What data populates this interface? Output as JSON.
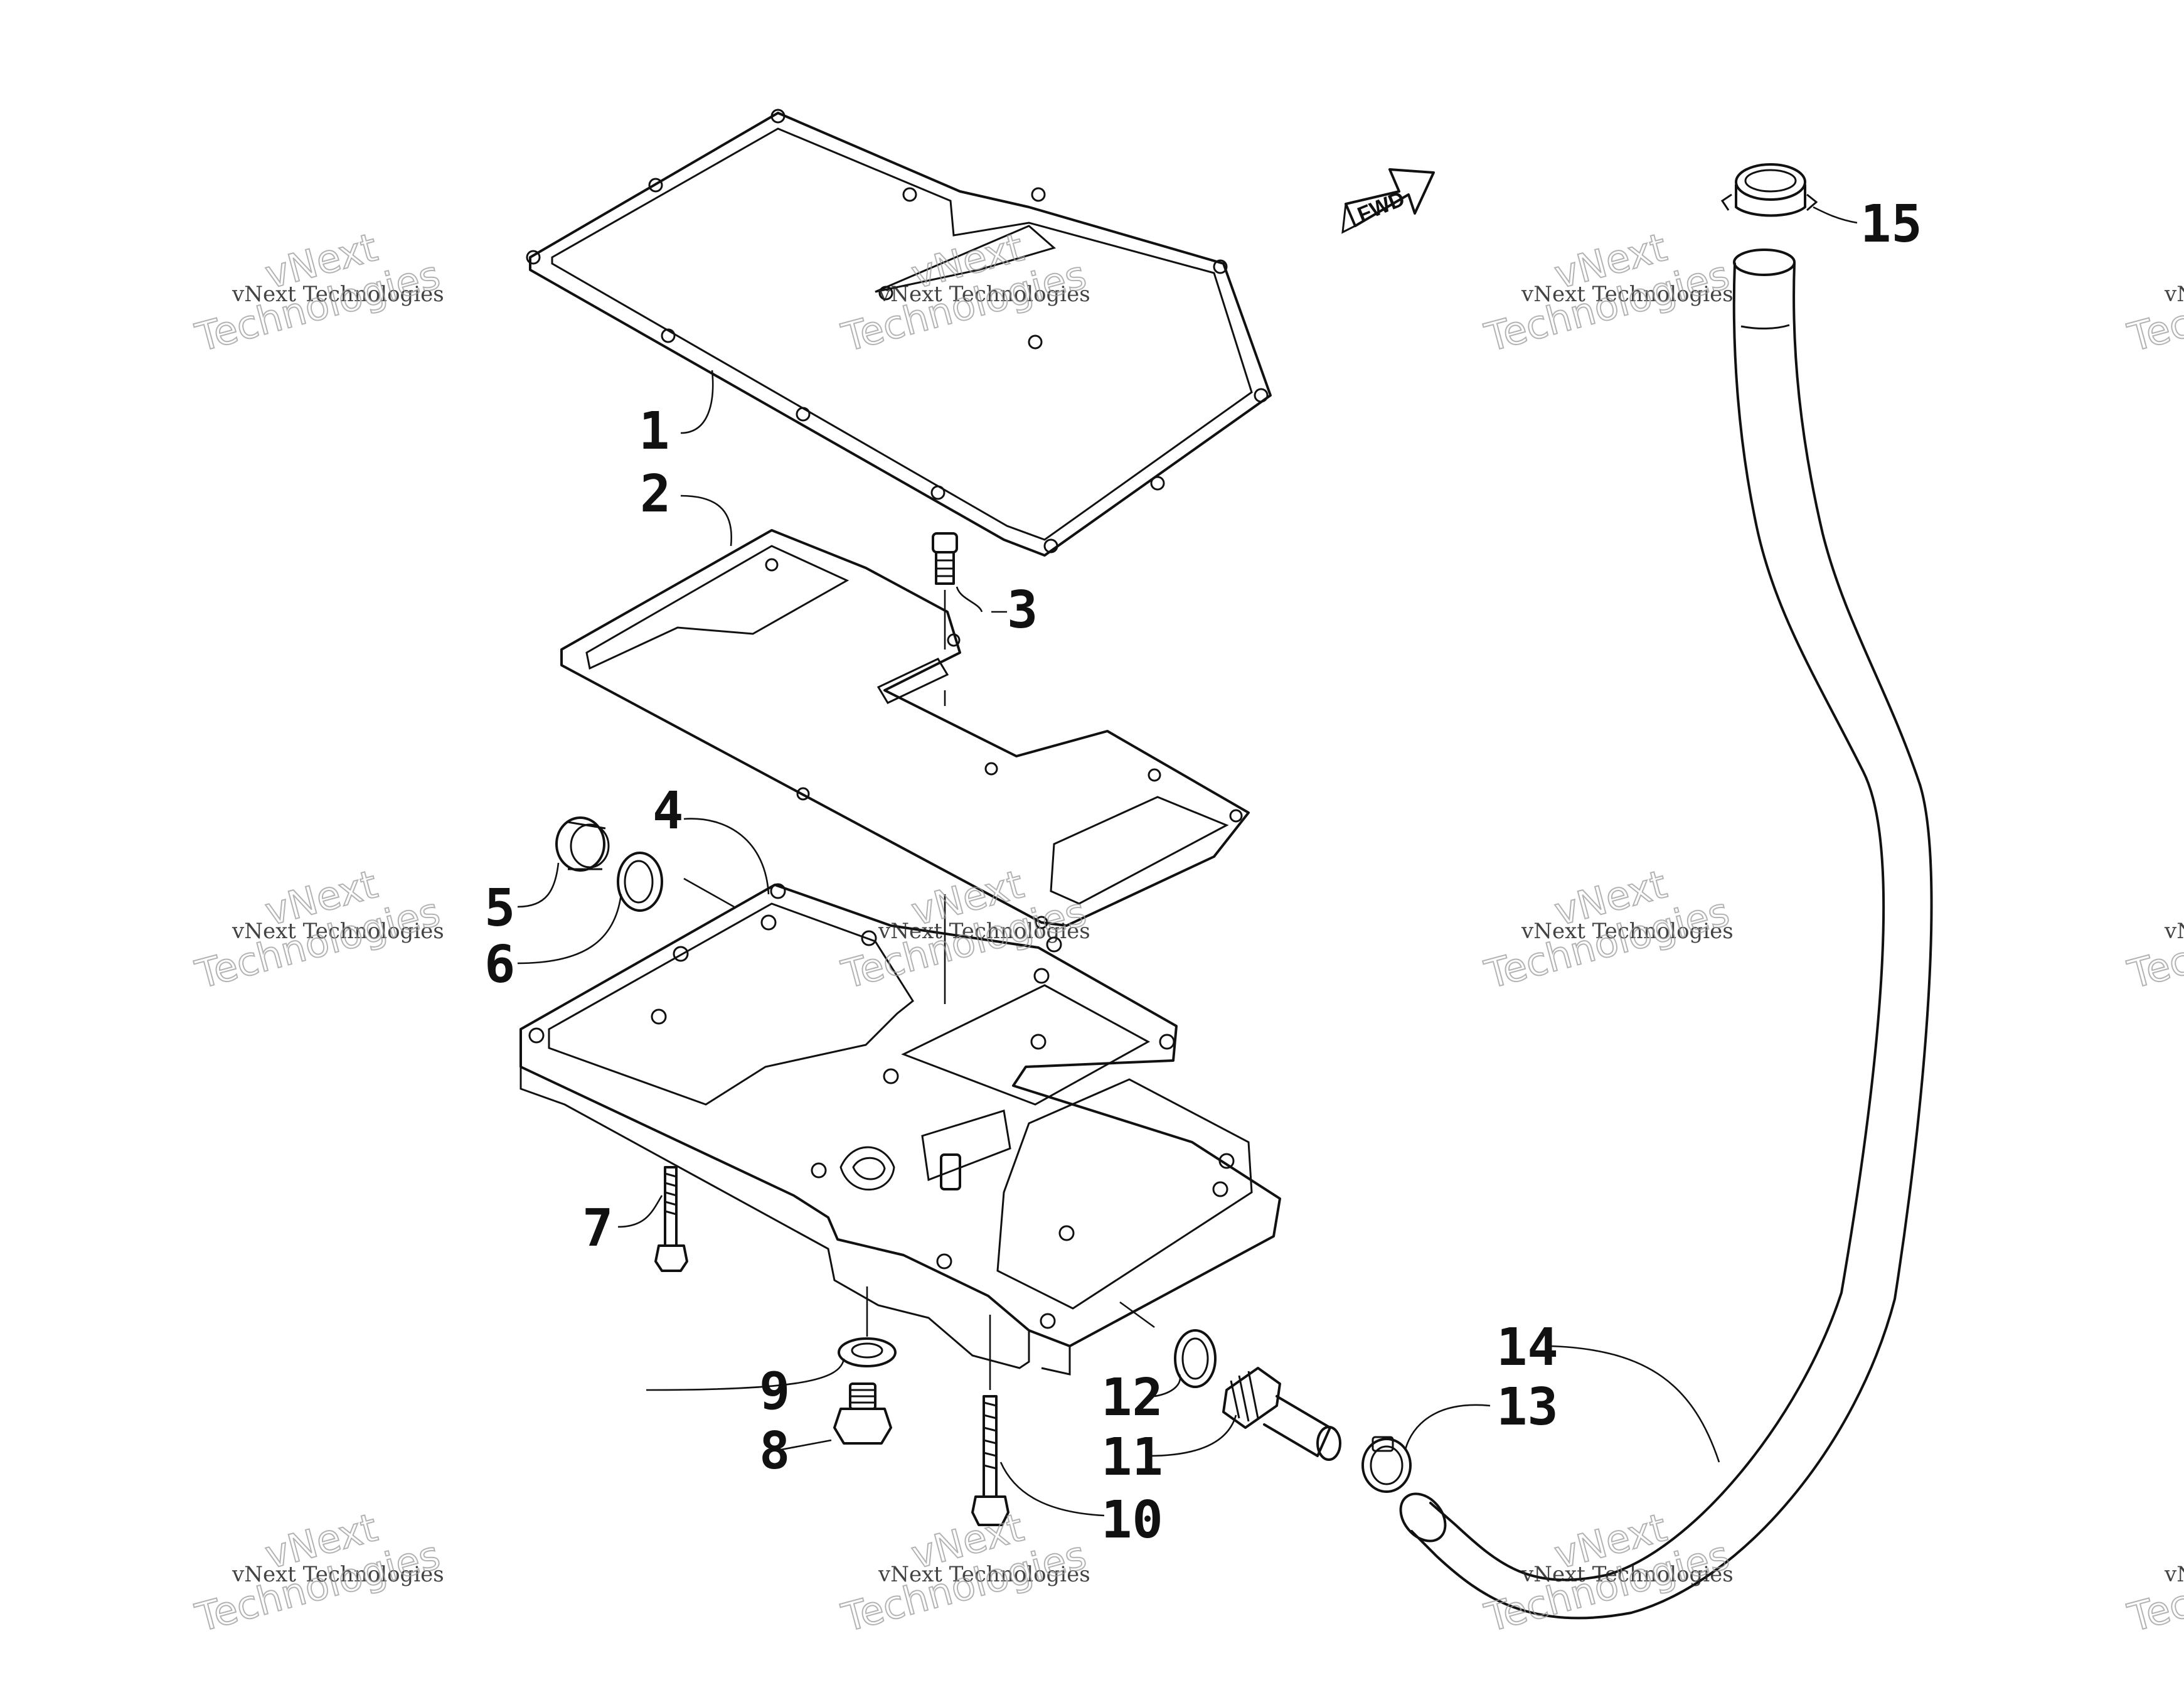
{
  "callouts": [
    "1",
    "2",
    "3",
    "4",
    "5",
    "6",
    "7",
    "8",
    "9",
    "10",
    "11",
    "12",
    "13",
    "14",
    "15"
  ],
  "direction_label": "FWD",
  "watermark": {
    "line1": "vNext",
    "line2": "vNext Technologies",
    "line3": "Technologies"
  }
}
